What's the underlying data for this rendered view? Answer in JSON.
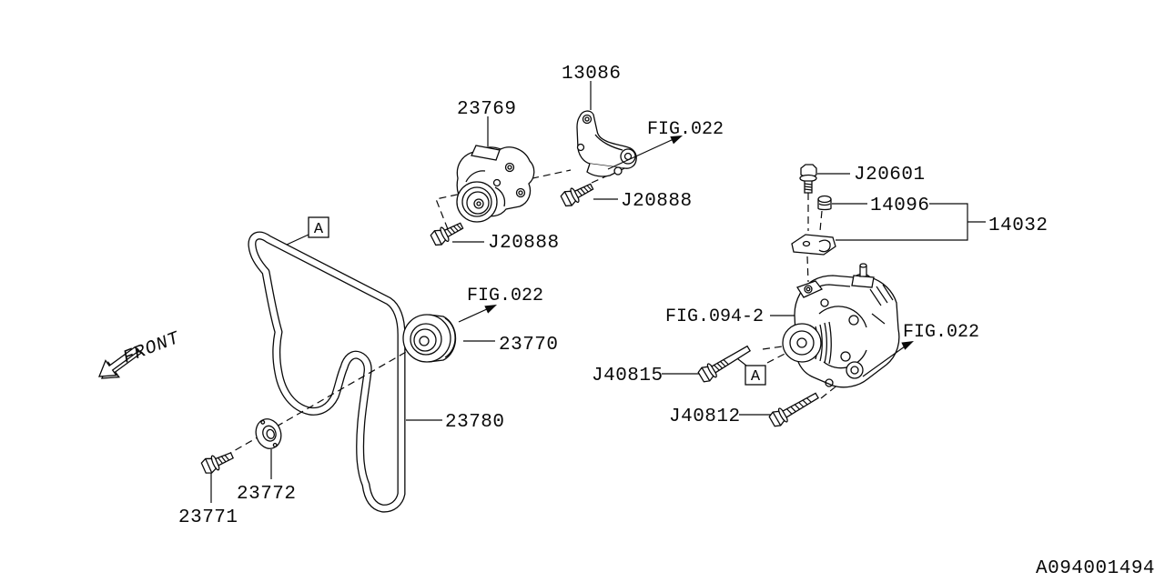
{
  "diagram": {
    "doc_id": "A094001494",
    "front_label": "FRONT",
    "detail_marker": "A",
    "figure_refs": {
      "fig022": "FIG.022",
      "fig094": "FIG.094-2"
    },
    "part_labels": {
      "p13086": "13086",
      "p23769": "23769",
      "p23770": "23770",
      "p23771": "23771",
      "p23772": "23772",
      "p23780": "23780",
      "p14032": "14032",
      "p14096": "14096",
      "j20601": "J20601",
      "j20888": "J20888",
      "j40812": "J40812",
      "j40815": "J40815"
    }
  }
}
